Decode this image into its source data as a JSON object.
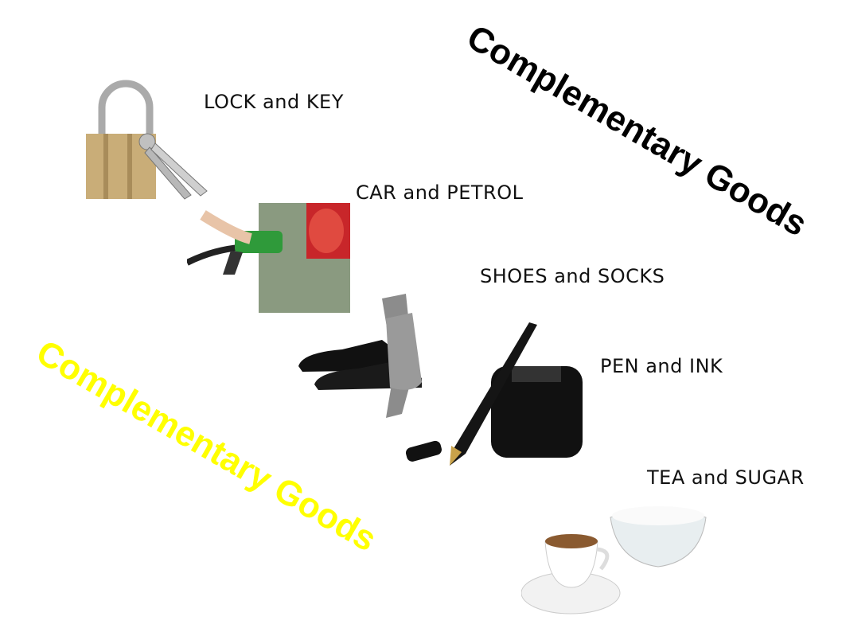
{
  "titles": {
    "main": "Complementary Goods",
    "secondary": "Complementary Goods"
  },
  "pairs": [
    {
      "label": "LOCK and KEY",
      "icon": "lock-key-icon"
    },
    {
      "label": "CAR and PETROL",
      "icon": "fuel-pump-icon"
    },
    {
      "label": "SHOES and SOCKS",
      "icon": "shoes-socks-icon"
    },
    {
      "label": "PEN and INK",
      "icon": "pen-ink-icon"
    },
    {
      "label": "TEA and SUGAR",
      "icon": "tea-sugar-icon"
    }
  ],
  "colors": {
    "main_title": "#000000",
    "secondary_title": "#ffff00"
  }
}
